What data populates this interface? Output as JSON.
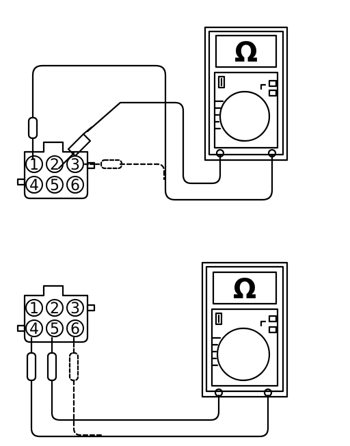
{
  "meters": [
    {
      "symbol": "Ω"
    },
    {
      "symbol": "Ω"
    }
  ],
  "connectors": [
    {
      "pins": [
        "1",
        "2",
        "3",
        "4",
        "5",
        "6"
      ]
    },
    {
      "pins": [
        "1",
        "2",
        "3",
        "4",
        "5",
        "6"
      ]
    }
  ],
  "colors": {
    "ink": "#000000",
    "background": "#ffffff"
  }
}
